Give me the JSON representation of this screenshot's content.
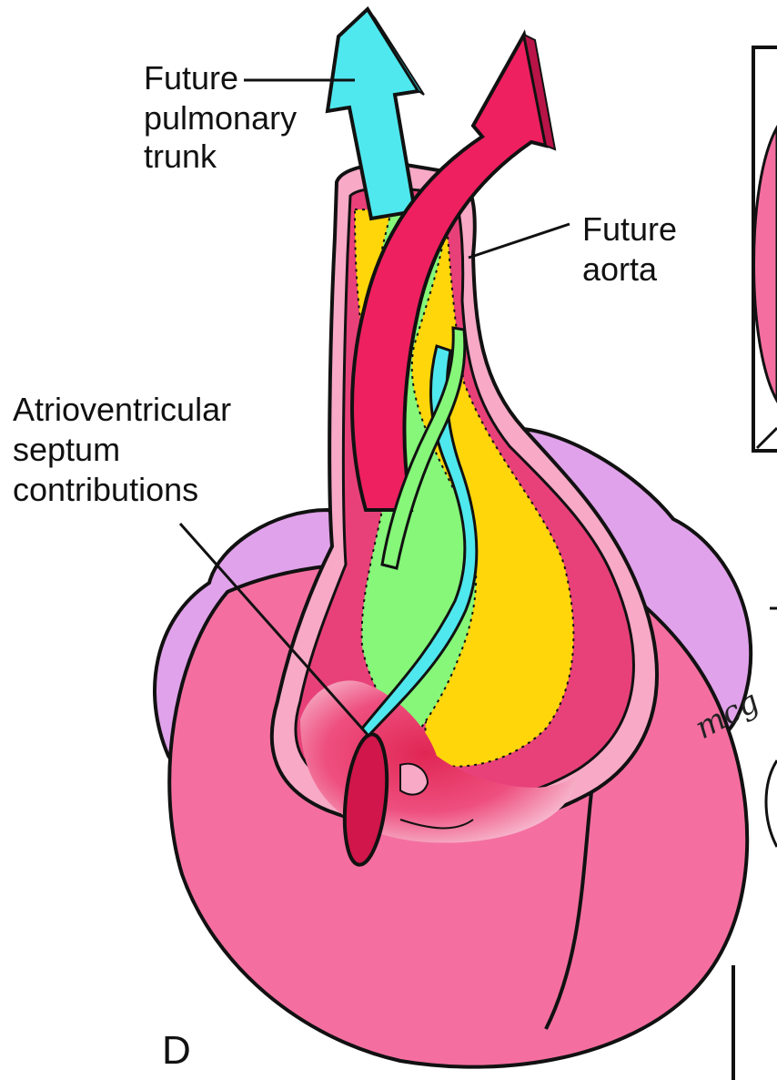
{
  "colors": {
    "heart_pink": "#F46FA0",
    "heart_dark_pink": "#E8417A",
    "inner_red": "#E02653",
    "atrium_purple": "#E0A2EA",
    "conus_yellow": "#FFD60A",
    "truncus_green": "#86F779",
    "pulmonary_cyan": "#4FE8EE",
    "aorta_red": "#EE2060",
    "wall_light_pink": "#F7A9C6",
    "outline": "#111111"
  },
  "labels": {
    "pulmonary": [
      "Future",
      "pulmonary",
      "trunk"
    ],
    "aorta": [
      "Future",
      "aorta"
    ],
    "septum": [
      "Atrioventricular",
      "septum",
      "contributions"
    ],
    "panel": "D",
    "signature": "mcg"
  },
  "icons": {
    "pulmonary_arrow": "up-arrow",
    "aorta_arrow": "curved-up-arrow"
  }
}
